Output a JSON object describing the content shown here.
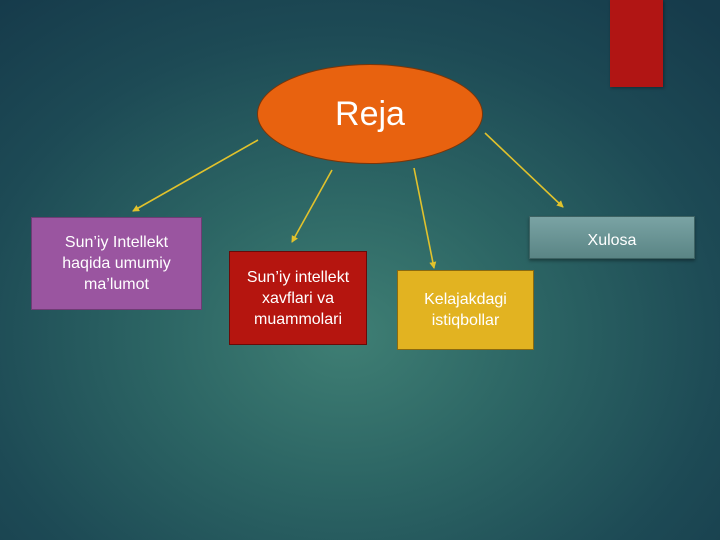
{
  "slide": {
    "hub": {
      "label": "Reja",
      "color": "#e8620f"
    },
    "topics": [
      {
        "label": "Sun’iy Intellekt\nhaqida umumiy\nma’lumot",
        "color": "#9a55a0"
      },
      {
        "label": "Sun’iy intellekt\nxavflari va\nmuammolari",
        "color": "#b5150f"
      },
      {
        "label": "Kelajakdagi\nistiqbollar",
        "color": "#e2b321"
      },
      {
        "label": "Xulosa",
        "color": "#6b9596"
      }
    ],
    "arrow_color": "#e1c22c",
    "accent_color": "#b11514"
  }
}
